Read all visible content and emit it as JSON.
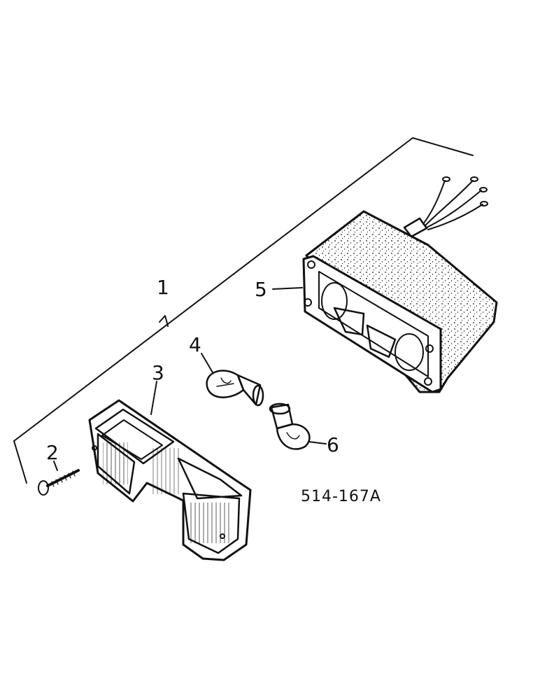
{
  "diagram": {
    "drawing_number": "514-167A",
    "callouts": [
      "1",
      "2",
      "3",
      "4",
      "5",
      "6"
    ]
  }
}
